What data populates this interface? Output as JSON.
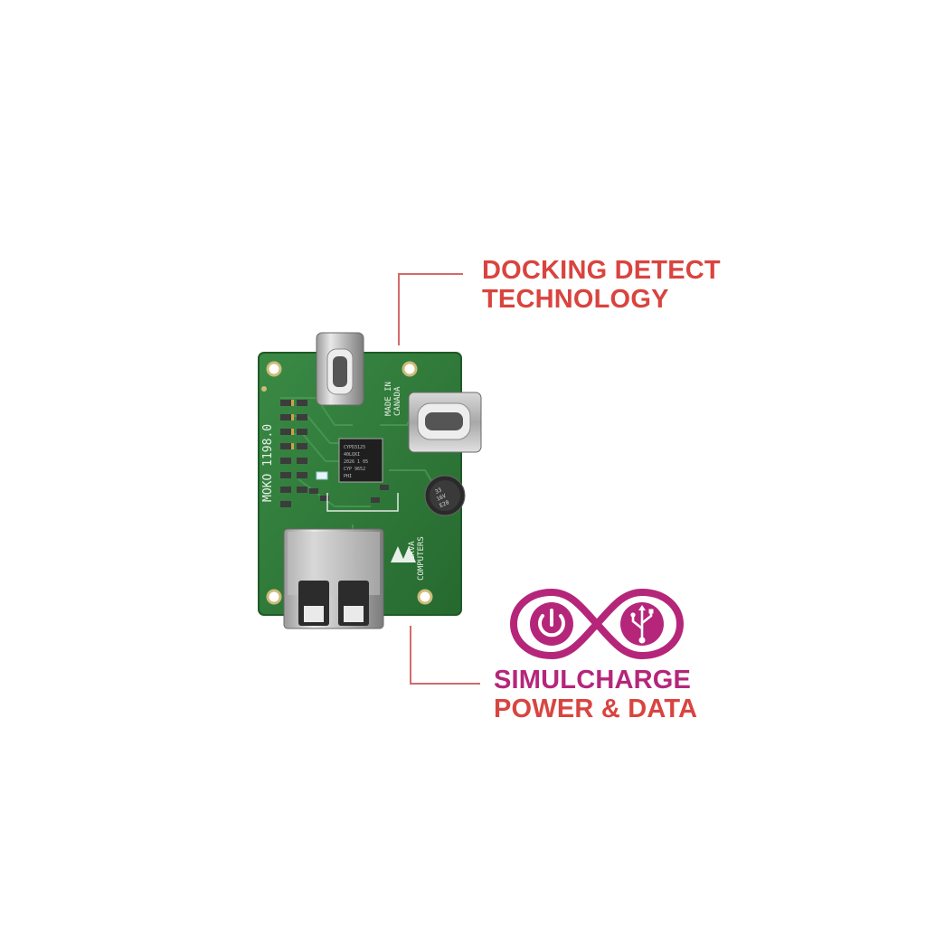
{
  "callouts": {
    "docking": {
      "line1": "DOCKING DETECT",
      "line2": "TECHNOLOGY",
      "color": "#d9443f"
    },
    "simulcharge": {
      "line1": "SIMULCHARGE",
      "line2": "POWER & DATA",
      "line1_color": "#b5267a",
      "line2_color": "#d9443f"
    }
  },
  "board": {
    "silkscreen_model": "MOKO 1198.0",
    "silkscreen_origin_1": "MADE IN",
    "silkscreen_origin_2": "CANADA",
    "silkscreen_brand_1": "LAVA",
    "silkscreen_brand_2": "COMPUTERS",
    "chip_line_1": "CYPD3125",
    "chip_line_2": "40LQXI",
    "chip_line_3": "2026 1 05",
    "chip_line_4": "CYP 9652",
    "chip_line_5": "PHI",
    "capacitor_line_1": "33",
    "capacitor_line_2": "16V",
    "capacitor_line_3": "E20",
    "pcb_color": "#2f7a3a"
  },
  "logo": {
    "icons": [
      "power-icon",
      "usb-icon"
    ],
    "color": "#b5267a"
  }
}
